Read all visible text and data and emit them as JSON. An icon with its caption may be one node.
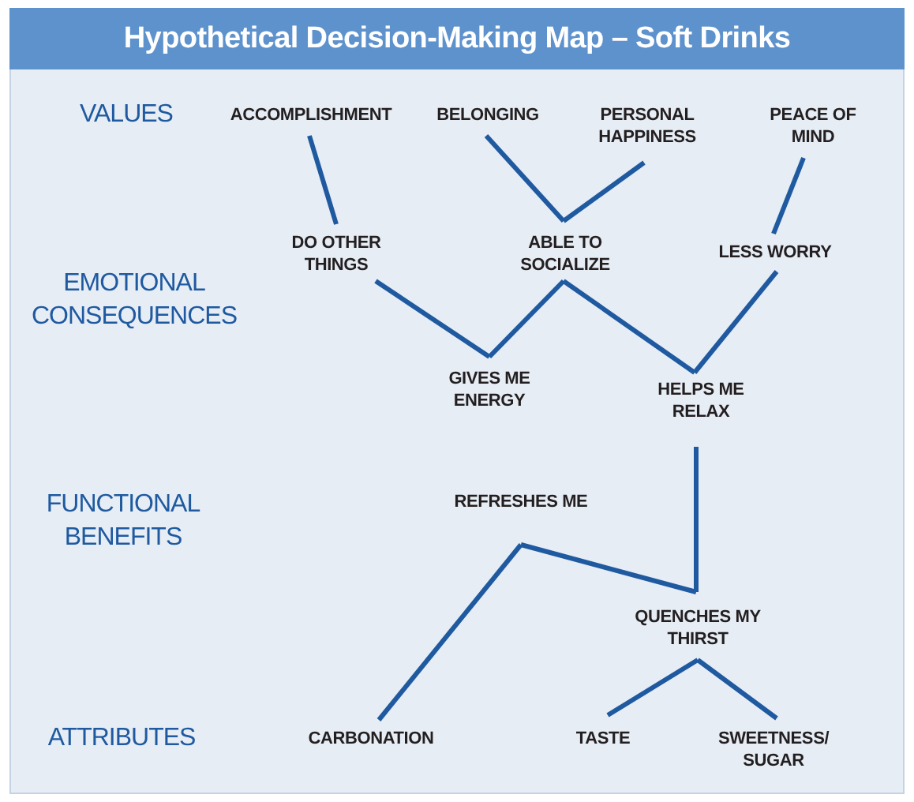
{
  "diagram": {
    "title": "Hypothetical Decision-Making Map – Soft Drinks",
    "nodes": [
      {
        "text": [
          "ACCOMPLISHMENT"
        ]
      },
      {
        "text": [
          "BELONGING"
        ]
      },
      {
        "text": [
          "PERSONAL HAPPINESS"
        ]
      },
      {
        "text": [
          "PEACE OF MIND"
        ]
      },
      {
        "text": [
          "DO OTHER THINGS"
        ]
      },
      {
        "text": [
          "ABLE TO SOCIALIZE"
        ]
      },
      {
        "text": [
          "LESS WORRY"
        ]
      },
      {
        "text": [
          "GIVES ME ENERGY"
        ]
      },
      {
        "text": [
          "HELPS ME RELAX"
        ]
      },
      {
        "text": [
          "REFRESHES ME"
        ]
      },
      {
        "text": [
          "QUENCHES MY THIRST"
        ]
      },
      {
        "text": [
          "CARBONATION"
        ]
      },
      {
        "text": [
          "TASTE"
        ]
      },
      {
        "text": [
          "SWEETNESS/ SUGAR"
        ]
      }
    ],
    "edges": [
      {
        "from": 4,
        "to": 0,
        "arrow": "none"
      },
      {
        "from": 5,
        "to": 1,
        "arrow": "none"
      },
      {
        "from": 5,
        "to": 2,
        "arrow": "none"
      },
      {
        "from": 6,
        "to": 3,
        "arrow": "none"
      },
      {
        "from": 7,
        "to": 4,
        "arrow": "none"
      },
      {
        "from": 7,
        "to": 5,
        "arrow": "none"
      },
      {
        "from": 8,
        "to": 5,
        "arrow": "none"
      },
      {
        "from": 8,
        "to": 6,
        "arrow": "none"
      },
      {
        "from": 11,
        "to": 9,
        "arrow": "none"
      },
      {
        "from": 10,
        "to": 9,
        "arrow": "none"
      },
      {
        "from": 10,
        "to": 8,
        "arrow": "none"
      },
      {
        "from": 12,
        "to": 10,
        "arrow": "none"
      },
      {
        "from": 13,
        "to": 10,
        "arrow": "none"
      }
    ],
    "labels": [
      "VALUES",
      "EMOTIONAL CONSEQUENCES",
      "FUNCTIONAL BENEFITS",
      "ATTRIBUTES"
    ]
  }
}
